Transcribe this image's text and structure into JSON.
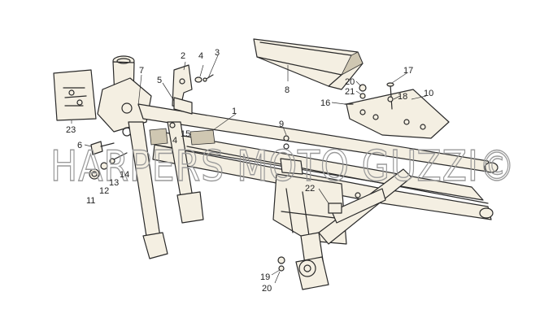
{
  "diagram": {
    "watermark": "HARPERS MOTO GUZZI©",
    "callouts": [
      "1",
      "2",
      "3",
      "4",
      "5",
      "6",
      "7",
      "8",
      "9",
      "10",
      "11",
      "12",
      "13",
      "14",
      "15",
      "16",
      "17",
      "18",
      "20",
      "21",
      "22",
      "23",
      "4",
      "19",
      "20"
    ]
  },
  "colors": {
    "line": "#2a2a2a",
    "paper": "#ffffff",
    "part_fill": "#f4efe2",
    "shade": "#cfc7b2",
    "watermark": "#9a9a9a"
  }
}
